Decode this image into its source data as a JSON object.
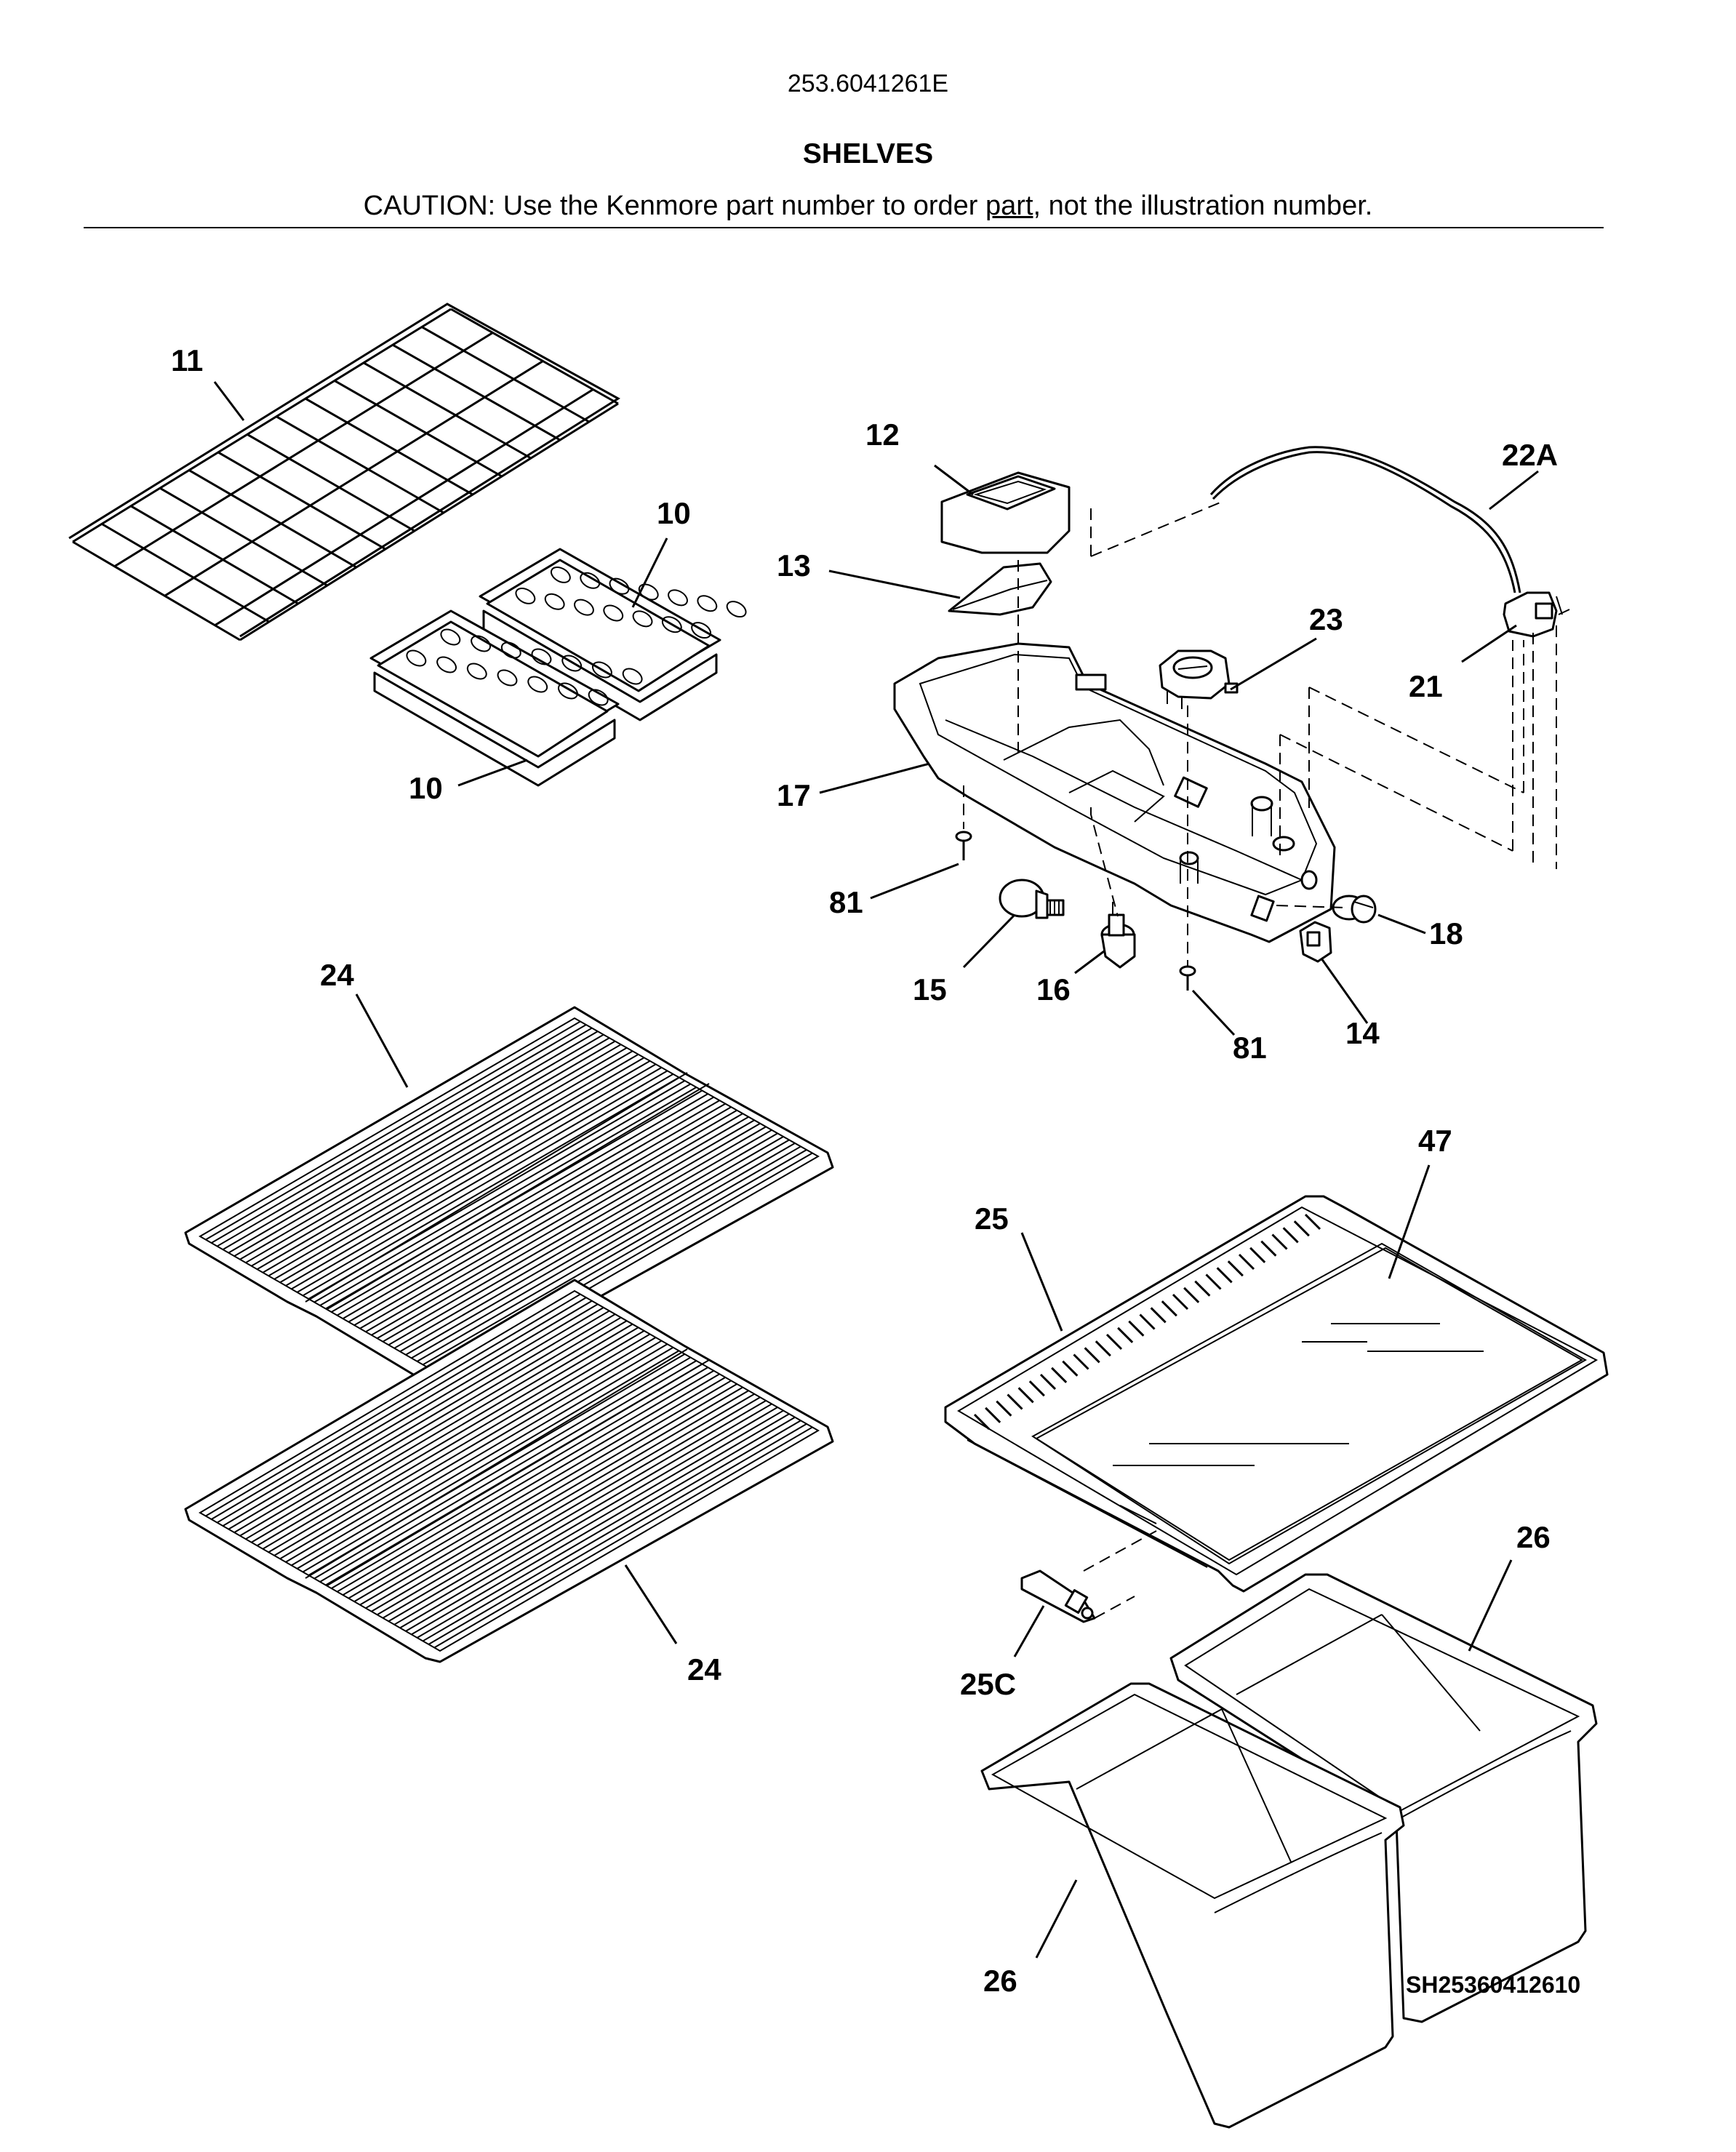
{
  "header": {
    "model_number": "253.6041261E",
    "section_title": "SHELVES",
    "caution_prefix": "CAUTION: Use the Kenmore part number to order ",
    "caution_link": "part",
    "caution_suffix": ", not the illustration number."
  },
  "callouts": {
    "c11": "11",
    "c12": "12",
    "c22a": "22A",
    "c10a": "10",
    "c13": "13",
    "c23": "23",
    "c21": "21",
    "c10b": "10",
    "c17": "17",
    "c81a": "81",
    "c18": "18",
    "c24a": "24",
    "c15": "15",
    "c16": "16",
    "c14": "14",
    "c81b": "81",
    "c47": "47",
    "c25": "25",
    "c26a": "26",
    "c24b": "24",
    "c25c": "25C",
    "c26b": "26"
  },
  "drawing_reference": "SH25360412610"
}
